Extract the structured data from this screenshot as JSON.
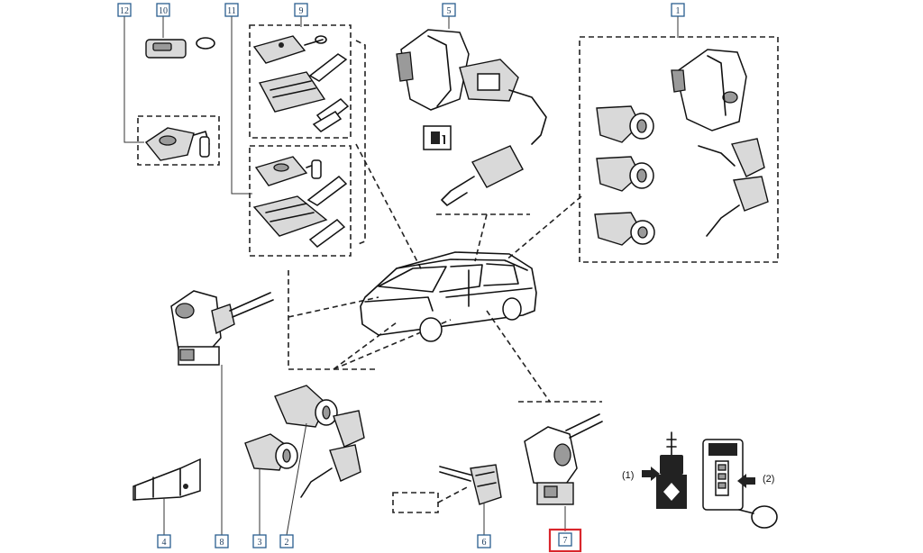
{
  "diagram": {
    "highlight_color": "#d9262c",
    "label_color": "#2a5d8f",
    "highlighted_label": "7",
    "part_labels": [
      {
        "id": "12",
        "text": "12"
      },
      {
        "id": "10",
        "text": "10"
      },
      {
        "id": "11",
        "text": "11"
      },
      {
        "id": "9",
        "text": "9"
      },
      {
        "id": "5",
        "text": "5"
      },
      {
        "id": "1",
        "text": "1"
      },
      {
        "id": "4",
        "text": "4"
      },
      {
        "id": "8",
        "text": "8"
      },
      {
        "id": "3",
        "text": "3"
      },
      {
        "id": "2",
        "text": "2"
      },
      {
        "id": "6",
        "text": "6"
      },
      {
        "id": "7",
        "text": "7"
      }
    ],
    "legend": {
      "callout_1": "(1)",
      "callout_2": "(2)"
    }
  }
}
